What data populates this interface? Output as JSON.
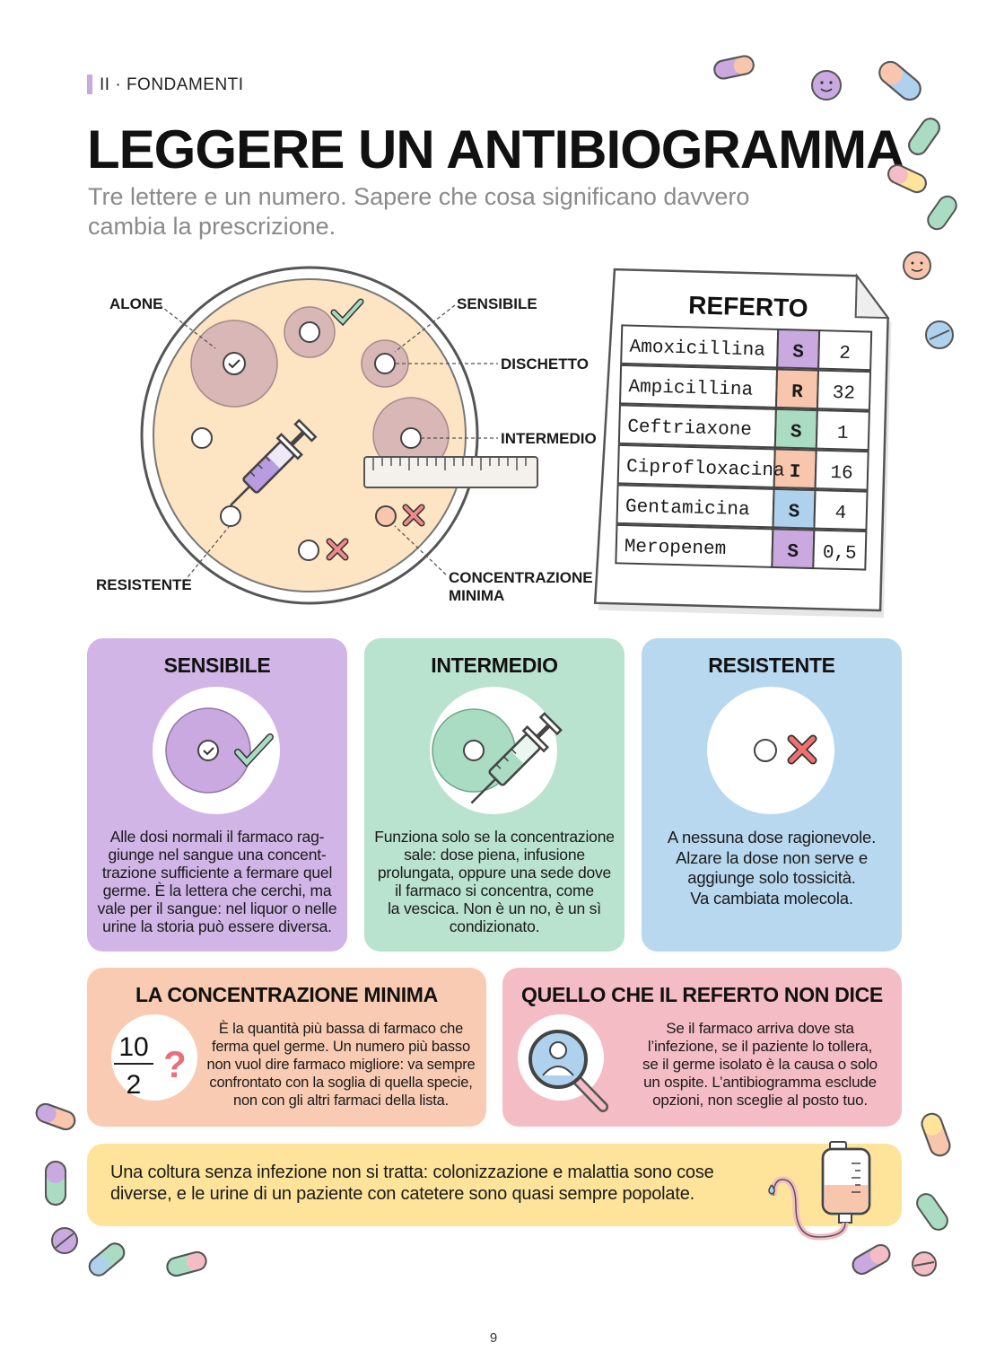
{
  "header": {
    "section": "II · FONDAMENTI",
    "title": "LEGGERE UN ANTIBIOGRAMMA",
    "subtitle": "Tre lettere e un numero. Sapere che cosa significano davvero cambia la prescrizione."
  },
  "petri_labels": {
    "alone": "ALONE",
    "sensibile": "SENSIBILE",
    "dischetto": "DISCHETTO",
    "intermedio": "INTERMEDIO",
    "resistente": "RESISTENTE",
    "concentrazione_1": "CONCENTRAZIONE",
    "concentrazione_2": "MINIMA"
  },
  "referto": {
    "title": "REFERTO",
    "rows": [
      {
        "drug": "Amoxicillina",
        "code": "S",
        "value": "2",
        "color": "#c9a9e0"
      },
      {
        "drug": "Ampicillina",
        "code": "R",
        "value": "32",
        "color": "#f8c6ad"
      },
      {
        "drug": "Ceftriaxone",
        "code": "S",
        "value": "1",
        "color": "#a9dcc2"
      },
      {
        "drug": "Ciprofloxacina",
        "code": "I",
        "value": "16",
        "color": "#f8c6ad"
      },
      {
        "drug": "Gentamicina",
        "code": "S",
        "value": "4",
        "color": "#aed2ee"
      },
      {
        "drug": "Meropenem",
        "code": "S",
        "value": "0,5",
        "color": "#c9a9e0"
      }
    ]
  },
  "cards": {
    "sensibile": {
      "title": "SENSIBILE",
      "text": [
        "Alle dosi normali il farmaco rag-",
        "giunge nel sangue una concent-",
        "trazione sufficiente a fermare quel",
        "germe. È la lettera che cerchi, ma",
        "vale per il sangue: nel liquor o nelle",
        "urine la storia può essere diversa."
      ]
    },
    "intermedio": {
      "title": "INTERMEDIO",
      "text": [
        "Funziona solo se la concentrazione",
        "sale: dose piena, infusione",
        "prolungata, oppure una sede dove",
        "il farmaco si concentra, come",
        "la vescica. Non è un no, è un sì",
        "condizionato."
      ]
    },
    "resistente": {
      "title": "RESISTENTE",
      "text": [
        "A nessuna dose ragionevole.",
        "Alzare la dose non serve e",
        "aggiunge solo tossicità.",
        "Va cambiata molecola."
      ]
    },
    "concentrazione": {
      "title": "LA CONCENTRAZIONE MINIMA",
      "num": "10",
      "den": "2",
      "q": "?",
      "text": [
        "È la quantità più bassa di farmaco che",
        "ferma quel germe. Un numero più basso",
        "non vuol dire farmaco migliore: va sempre",
        "confrontato con la soglia di quella specie,",
        "non con gli altri farmaci della lista."
      ]
    },
    "referto_non_dice": {
      "title": "QUELLO CHE IL REFERTO NON DICE",
      "text": [
        "Se il farmaco arriva dove sta",
        "l’infezione, se il paziente lo tollera,",
        "se il germe isolato è la causa o solo",
        "un ospite. L’antibiogramma esclude",
        "opzioni, non sceglie al posto tuo."
      ]
    }
  },
  "footer_note": {
    "text": [
      "Una coltura senza infezione non si tratta: colonizzazione e malattia sono cose",
      "diverse, e le urine di un paziente con catetere sono quasi sempre popolate."
    ]
  },
  "page_number": "9"
}
